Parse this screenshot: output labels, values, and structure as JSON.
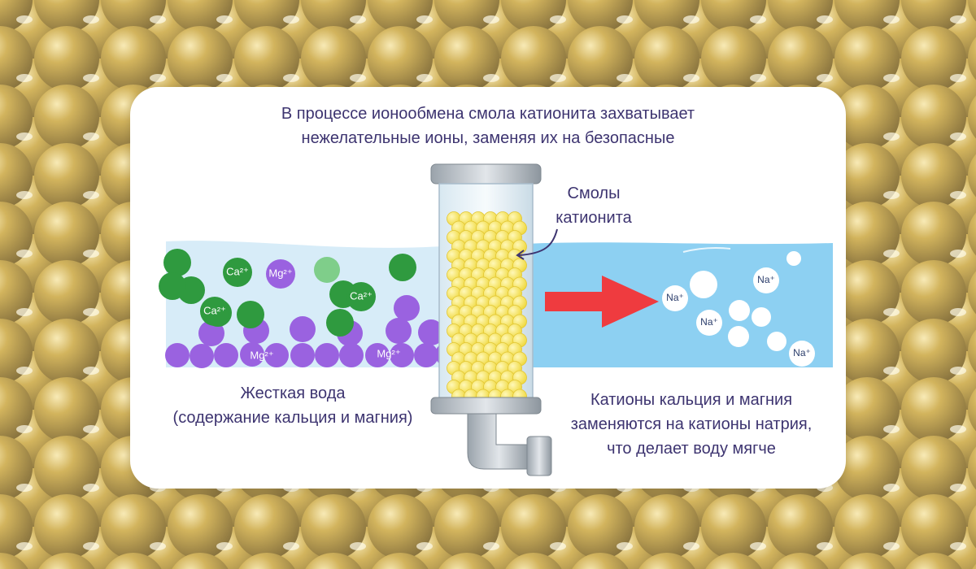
{
  "texts": {
    "top_line1": "В процессе ионообмена смола катионита захватывает",
    "top_line2": "нежелательные ионы, заменяя их на безопасные",
    "resin_line1": "Смолы",
    "resin_line2": "катионита",
    "left_line1": "Жесткая вода",
    "left_line2": "(содержание кальция и магния)",
    "right_line1": "Катионы кальция и магния",
    "right_line2": "заменяются на катионы натрия,",
    "right_line3": "что делает воду мягче"
  },
  "ions": {
    "ca": "Ca²⁺",
    "mg": "Mg²⁺",
    "na": "Na⁺"
  },
  "colors": {
    "text": "#3d3470",
    "calcium": "#2f9a3f",
    "calcium_light": "#7fce8a",
    "magnesium": "#9a62e0",
    "hard_water": "#d7ecf8",
    "soft_water": "#8dd0f2",
    "arrow": "#ef3b3f",
    "resin": "#f3e35a",
    "background_beads": "#b58e22"
  }
}
